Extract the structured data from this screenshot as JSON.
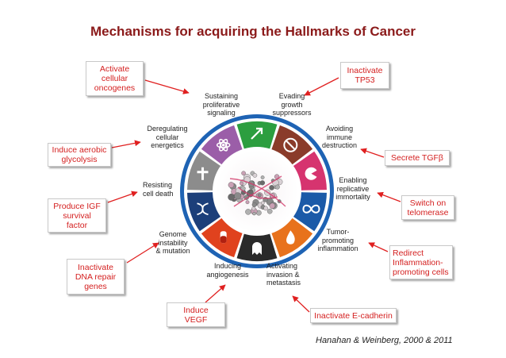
{
  "title": "Mechanisms for acquiring the Hallmarks of Cancer",
  "citation": "Hanahan & Weinberg, 2000 & 2011",
  "colors": {
    "title": "#8b1a1a",
    "box_text": "#d42020",
    "arrow": "#e02020",
    "wheel_ring": "#1e63b4"
  },
  "mechanisms": [
    {
      "id": "oncogenes",
      "text": "Activate\ncellular\noncogenes"
    },
    {
      "id": "tp53",
      "text": "Inactivate\nTP53"
    },
    {
      "id": "glycolysis",
      "text": "Induce aerobic\nglycolysis"
    },
    {
      "id": "tgfb",
      "text": "Secrete TGFβ"
    },
    {
      "id": "igf",
      "text": "Produce IGF\nsurvival\nfactor"
    },
    {
      "id": "telomerase",
      "text": "Switch on\ntelomerase"
    },
    {
      "id": "dna_repair",
      "text": "Inactivate\nDNA repair\ngenes"
    },
    {
      "id": "inflammation",
      "text": "Redirect\nInflammation-\npromoting cells"
    },
    {
      "id": "vegf",
      "text": "Induce\nVEGF"
    },
    {
      "id": "ecadherin",
      "text": "Inactivate E-cadherin"
    }
  ],
  "hallmarks": [
    {
      "id": "proliferative",
      "text": "Sustaining\nproliferative\nsignaling",
      "color": "#2c9e3f",
      "icon": "arrow-up-right-icon"
    },
    {
      "id": "growth",
      "text": "Evading\ngrowth\nsuppressors",
      "color": "#8a3b2a",
      "icon": "no-entry-icon"
    },
    {
      "id": "immune",
      "text": "Avoiding\nimmune\ndestruction",
      "color": "#d6346f",
      "icon": "pacman-icon"
    },
    {
      "id": "replicative",
      "text": "Enabling\nreplicative\nimmortality",
      "color": "#1b5aa8",
      "icon": "infinity-icon"
    },
    {
      "id": "inflammation",
      "text": "Tumor-\npromoting\ninflammation",
      "color": "#e8721c",
      "icon": "flame-icon"
    },
    {
      "id": "invasion",
      "text": "Activating\ninvasion &\nmetastasis",
      "color": "#2a2a2a",
      "icon": "ghost-cell-icon"
    },
    {
      "id": "angiogenesis",
      "text": "Inducing\nangiogenesis",
      "color": "#e0421e",
      "icon": "vial-icon"
    },
    {
      "id": "genome",
      "text": "Genome\ninstability\n& mutation",
      "color": "#1c3f7a",
      "icon": "dna-icon"
    },
    {
      "id": "death",
      "text": "Resisting\ncell death",
      "color": "#8c8c8c",
      "icon": "tombstone-icon"
    },
    {
      "id": "energetics",
      "text": "Deregulating\ncellular\nenergetics",
      "color": "#9b5ea8",
      "icon": "atom-icon"
    }
  ]
}
